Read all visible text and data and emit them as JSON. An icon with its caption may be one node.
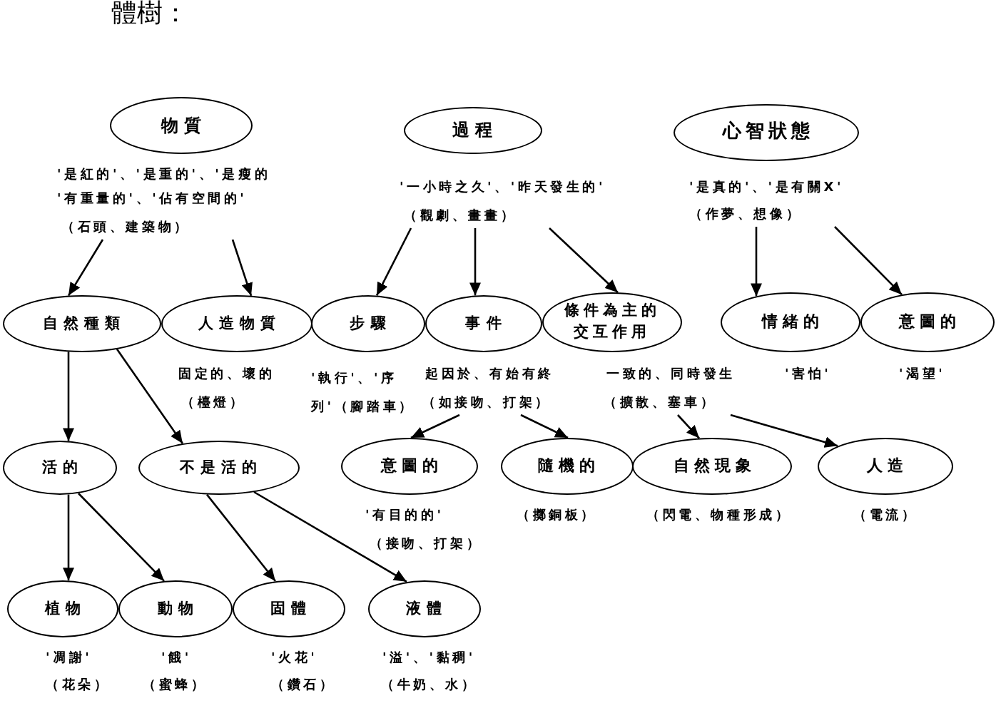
{
  "diagram": {
    "title": "體樹：",
    "nodes": [
      {
        "text": [
          "物質"
        ],
        "beside": [
          "'是紅的'、'是重的'、'是瘦的",
          "'有重量的'、'佔有空間的'",
          "（石頭、建築物）"
        ]
      },
      {
        "text": [
          "過程"
        ],
        "beside": [
          "'一小時之久'、'昨天發生的'",
          "（觀劇、畫畫）"
        ]
      },
      {
        "text": [
          "心智狀態"
        ],
        "beside": [
          "'是真的'、'是有關X'",
          "（作夢、想像）"
        ]
      },
      {
        "text": [
          "自然種類"
        ]
      },
      {
        "text": [
          "人造物質"
        ],
        "beside": [
          "固定的、壞的",
          "（檯燈）"
        ]
      },
      {
        "text": [
          "步驟"
        ],
        "beside": [
          "'執行'、'序列'（腳踏車）"
        ]
      },
      {
        "text": [
          "事件"
        ],
        "beside": [
          "起因於、有始有終",
          "（如接吻、打架）"
        ]
      },
      {
        "text": [
          "條件為主的交互作用"
        ],
        "beside": [
          "一致的、同時發生",
          "（擴散、塞車）"
        ]
      },
      {
        "text": [
          "情緒的"
        ],
        "beside": [
          "'害怕'"
        ]
      },
      {
        "text": [
          "意圖的"
        ],
        "beside": [
          "'渴望'"
        ]
      },
      {
        "text": [
          "活的"
        ]
      },
      {
        "text": [
          "不是活的"
        ]
      },
      {
        "text": [
          "意圖的"
        ],
        "beside": [
          "'有目的的'",
          "（接吻、打架）"
        ]
      },
      {
        "text": [
          "隨機的"
        ],
        "beside": [
          "（擲銅板）"
        ]
      },
      {
        "text": [
          "自然現象"
        ],
        "beside": [
          "（閃電、物種形成）"
        ]
      },
      {
        "text": [
          "人造"
        ],
        "beside": [
          "（電流）"
        ]
      },
      {
        "text": [
          "植物"
        ],
        "beside": [
          "'凋謝'",
          "（花朵）"
        ]
      },
      {
        "text": [
          "動物"
        ],
        "beside": [
          "'餓'",
          "（蜜蜂）"
        ]
      },
      {
        "text": [
          "固體"
        ],
        "beside": [
          "'火花'",
          "（鑽石）"
        ]
      },
      {
        "text": [
          "液體"
        ],
        "beside": [
          "'溢'、'黏稠'",
          "（牛奶、水）"
        ]
      }
    ],
    "edges": [
      {
        "from": 0,
        "to": 3,
        "arrow": "to"
      },
      {
        "from": 0,
        "to": 4,
        "arrow": "to"
      },
      {
        "from": 1,
        "to": 5,
        "arrow": "to"
      },
      {
        "from": 1,
        "to": 6,
        "arrow": "to"
      },
      {
        "from": 1,
        "to": 7,
        "arrow": "to"
      },
      {
        "from": 2,
        "to": 8,
        "arrow": "to"
      },
      {
        "from": 2,
        "to": 9,
        "arrow": "to"
      },
      {
        "from": 3,
        "to": 10,
        "arrow": "to"
      },
      {
        "from": 3,
        "to": 11,
        "arrow": "to"
      },
      {
        "from": 6,
        "to": 12,
        "arrow": "to"
      },
      {
        "from": 6,
        "to": 13,
        "arrow": "to"
      },
      {
        "from": 7,
        "to": 14,
        "arrow": "to"
      },
      {
        "from": 7,
        "to": 15,
        "arrow": "to"
      },
      {
        "from": 10,
        "to": 16,
        "arrow": "to"
      },
      {
        "from": 10,
        "to": 17,
        "arrow": "to"
      },
      {
        "from": 11,
        "to": 18,
        "arrow": "to"
      },
      {
        "from": 11,
        "to": 19,
        "arrow": "to"
      }
    ]
  }
}
